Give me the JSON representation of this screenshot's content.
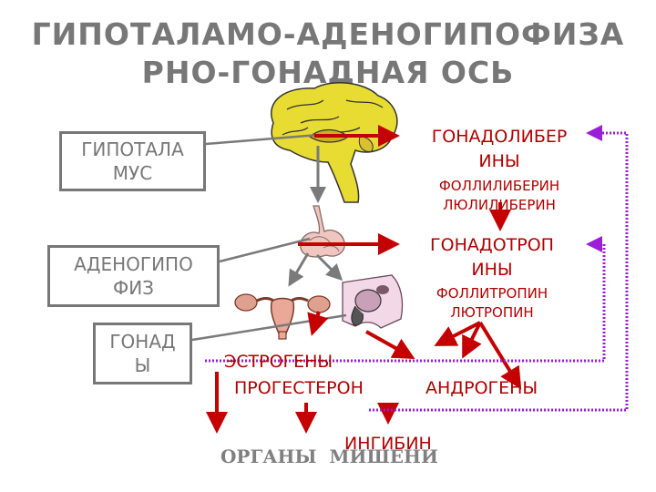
{
  "title": {
    "line1": "ГИПОТАЛАМО-АДЕНОГИПОФИЗА",
    "line2": "РНО-ГОНАДНАЯ ОСЬ"
  },
  "labels": {
    "hypothalamus": [
      "ГИПОТАЛА",
      "МУС"
    ],
    "adenohypophysis": [
      "АДЕНОГИПО",
      "ФИЗ"
    ],
    "gonads": [
      "ГОНАД",
      "Ы"
    ]
  },
  "hormones": {
    "gonadoliberins": [
      "ГОНАДОЛИБЕР",
      "ИНЫ"
    ],
    "folliliberin": "ФОЛЛИЛИБЕРИН",
    "lyuliberin": "ЛЮЛИЛИБЕРИН",
    "gonadotropins": [
      "ГОНАДОТРОП",
      "ИНЫ"
    ],
    "follitropin": "ФОЛЛИТРОПИН",
    "lyutropin": "ЛЮТРОПИН",
    "estrogens": "ЭСТРОГЕНЫ",
    "progesterone": "ПРОГЕСТЕРОН",
    "androgens": "АНДРОГЕНЫ",
    "inhibin": "ИНГИБИН"
  },
  "footer": "ОРГАНЫ  МИШЕНИ",
  "colors": {
    "arrow_red": "#c40000",
    "feedback": "#9b1fd6",
    "label_gray": "#777777"
  },
  "icons": [
    "brain-icon",
    "pituitary-icon",
    "uterus-icon",
    "male-pelvis-icon"
  ]
}
